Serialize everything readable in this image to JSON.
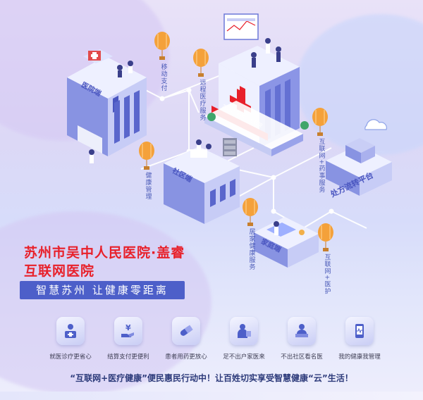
{
  "nodes": {
    "hospital": "医院端",
    "community": "社区端",
    "family": "家庭端",
    "prescription": "处方流转平台",
    "red_banner": "苏州市吴中人民医院"
  },
  "services": {
    "mobile_pay": "移动支付",
    "remote": "远程医疗服务",
    "health_mgmt": "健康管理",
    "internet_pharmacy": "互联网+药事服务",
    "home_health": "居家健康服务",
    "internet_nursing": "互联网+医护"
  },
  "title": {
    "line1": "苏州市吴中人民医院·盖睿",
    "line2": "互联网医院",
    "slogan": "智慧苏州 让健康零距离"
  },
  "features": [
    {
      "label": "就医诊疗更省心",
      "icon": "doctor-desk-icon"
    },
    {
      "label": "结算支付更便利",
      "icon": "money-hand-icon"
    },
    {
      "label": "患者用药更放心",
      "icon": "pill-icon"
    },
    {
      "label": "足不出户家医来",
      "icon": "home-doctor-icon"
    },
    {
      "label": "不出社区看名医",
      "icon": "consult-icon"
    },
    {
      "label": "我的健康我管理",
      "icon": "phone-health-icon"
    }
  ],
  "bottom_slogan": "“互联网+医疗健康”便民惠民行动中！让百姓切实享受智慧健康“云”生活！",
  "colors": {
    "accent": "#4d5fc9",
    "title": "#e8202a",
    "balloon": "#f4a13a"
  }
}
